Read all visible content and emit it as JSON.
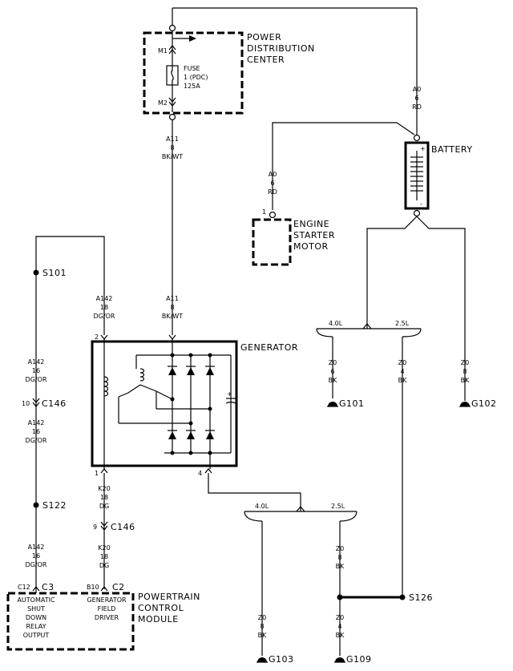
{
  "components": {
    "pdc": {
      "title": [
        "POWER",
        "DISTRIBUTION",
        "CENTER"
      ],
      "pin_top": "M1",
      "pin_bottom": "M2",
      "fuse": [
        "FUSE",
        "1 (PDC)",
        "125A"
      ]
    },
    "battery": {
      "title": "BATTERY",
      "plus": "+",
      "minus": "-"
    },
    "starter": {
      "title": [
        "ENGINE",
        "STARTER",
        "MOTOR"
      ],
      "pin": "1"
    },
    "generator": {
      "title": "GENERATOR",
      "pin_b": "2",
      "pin_field": "1",
      "pin_ground": "4"
    },
    "pcm": {
      "title": [
        "POWERTRAIN",
        "CONTROL",
        "MODULE"
      ],
      "pin_left": "C12",
      "conn_left": "C3",
      "pin_right": "B10",
      "conn_right": "C2",
      "left_func": [
        "AUTOMATIC",
        "SHUT",
        "DOWN",
        "RELAY",
        "OUTPUT"
      ],
      "right_func": [
        "GENERATOR",
        "FIELD",
        "DRIVER"
      ]
    }
  },
  "wires": {
    "a0_top": [
      "A0",
      "6",
      "RD"
    ],
    "a0_starter": [
      "A0",
      "6",
      "RD"
    ],
    "a11_top": [
      "A11",
      "8",
      "BK/WT"
    ],
    "a11_gen": [
      "A11",
      "8",
      "BK/WT"
    ],
    "a142_gen": [
      "A142",
      "18",
      "DG/OR"
    ],
    "a142_a": [
      "A142",
      "16",
      "DG/OR"
    ],
    "a142_b": [
      "A142",
      "16",
      "DG/OR"
    ],
    "a142_c": [
      "A142",
      "16",
      "DG/OR"
    ],
    "k20_a": [
      "K20",
      "18",
      "DG"
    ],
    "k20_b": [
      "K20",
      "18",
      "DG"
    ],
    "z0_g101": [
      "Z0",
      "6",
      "BK"
    ],
    "z0_25_top": [
      "Z0",
      "4",
      "BK"
    ],
    "z0_g102": [
      "Z0",
      "8",
      "BK"
    ],
    "z0_g103": [
      "Z0",
      "8",
      "BK"
    ],
    "z0_s126": [
      "Z0",
      "8",
      "BK"
    ],
    "z0_g109": [
      "Z0",
      "4",
      "BK"
    ]
  },
  "splices": {
    "s101": "S101",
    "s122": "S122",
    "s126": "S126"
  },
  "connectors": {
    "c146_top": {
      "pin": "10",
      "name": "C146"
    },
    "c146_bottom": {
      "pin": "9",
      "name": "C146"
    }
  },
  "grounds": {
    "g101": "G101",
    "g102": "G102",
    "g103": "G103",
    "g109": "G109"
  },
  "options": {
    "bat_left": "4.0L",
    "bat_right": "2.5L",
    "gen_left": "4.0L",
    "gen_right": "2.5L"
  }
}
